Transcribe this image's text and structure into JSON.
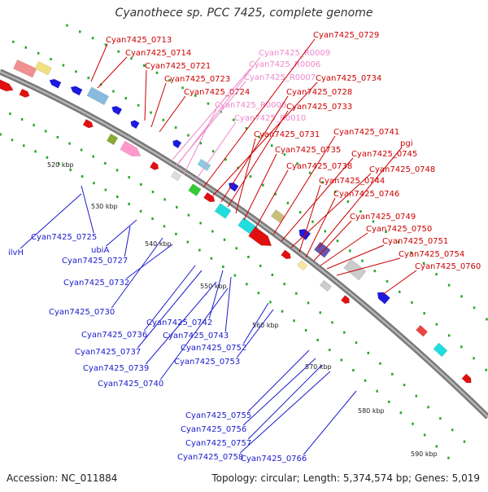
{
  "title": "Cyanothece sp. PCC 7425, complete genome",
  "accession": "Accession: NC_011884",
  "topology": "Topology: circular; Length: 5,374,574 bp; Genes: 5,019",
  "colors": {
    "backbone": "#888888",
    "forward_label": "#cc0000",
    "rna_label": "#ee88cc",
    "reverse_label": "#1a1acc",
    "dot_green": "#22aa22"
  },
  "kbp_ticks": [
    {
      "label": "520 kbp"
    },
    {
      "label": "530 kbp"
    },
    {
      "label": "540 kbp"
    },
    {
      "label": "550 kbp"
    },
    {
      "label": "560 kbp"
    },
    {
      "label": "570 kbp"
    },
    {
      "label": "580 kbp"
    },
    {
      "label": "590 kbp"
    }
  ],
  "forward_labels": [
    {
      "text": "Cyan7425_0713",
      "kind": "cds"
    },
    {
      "text": "Cyan7425_0714",
      "kind": "cds"
    },
    {
      "text": "Cyan7425_0721",
      "kind": "cds"
    },
    {
      "text": "Cyan7425_0723",
      "kind": "cds"
    },
    {
      "text": "Cyan7425_0724",
      "kind": "cds"
    },
    {
      "text": "Cyan7425_R0009",
      "kind": "rna"
    },
    {
      "text": "Cyan7425_R0006",
      "kind": "rna"
    },
    {
      "text": "Cyan7425_R0007",
      "kind": "rna"
    },
    {
      "text": "Cyan7425_R0008",
      "kind": "rna"
    },
    {
      "text": "Cyan7425_R0010",
      "kind": "rna"
    },
    {
      "text": "Cyan7425_0729",
      "kind": "cds"
    },
    {
      "text": "Cyan7425_0734",
      "kind": "cds"
    },
    {
      "text": "Cyan7425_0728",
      "kind": "cds"
    },
    {
      "text": "Cyan7425_0733",
      "kind": "cds"
    },
    {
      "text": "Cyan7425_0731",
      "kind": "cds"
    },
    {
      "text": "Cyan7425_0735",
      "kind": "cds"
    },
    {
      "text": "Cyan7425_0738",
      "kind": "cds"
    },
    {
      "text": "pgi",
      "kind": "cds"
    },
    {
      "text": "Cyan7425_0741",
      "kind": "cds"
    },
    {
      "text": "Cyan7425_0745",
      "kind": "cds"
    },
    {
      "text": "Cyan7425_0748",
      "kind": "cds"
    },
    {
      "text": "Cyan7425_0744",
      "kind": "cds"
    },
    {
      "text": "Cyan7425_0746",
      "kind": "cds"
    },
    {
      "text": "Cyan7425_0749",
      "kind": "cds"
    },
    {
      "text": "Cyan7425_0750",
      "kind": "cds"
    },
    {
      "text": "Cyan7425_0751",
      "kind": "cds"
    },
    {
      "text": "Cyan7425_0754",
      "kind": "cds"
    },
    {
      "text": "Cyan7425_0760",
      "kind": "cds"
    }
  ],
  "reverse_labels": [
    {
      "text": "Cyan7425_0725"
    },
    {
      "text": "ilvH"
    },
    {
      "text": "ubiA"
    },
    {
      "text": "Cyan7425_0727"
    },
    {
      "text": "Cyan7425_0732"
    },
    {
      "text": "Cyan7425_0730"
    },
    {
      "text": "Cyan7425_0742"
    },
    {
      "text": "Cyan7425_0736"
    },
    {
      "text": "Cyan7425_0743"
    },
    {
      "text": "Cyan7425_0737"
    },
    {
      "text": "Cyan7425_0752"
    },
    {
      "text": "Cyan7425_0753"
    },
    {
      "text": "Cyan7425_0739"
    },
    {
      "text": "Cyan7425_0740"
    },
    {
      "text": "Cyan7425_0755"
    },
    {
      "text": "Cyan7425_0756"
    },
    {
      "text": "Cyan7425_0757"
    },
    {
      "text": "Cyan7425_0758"
    },
    {
      "text": "Cyan7425_0766"
    }
  ]
}
